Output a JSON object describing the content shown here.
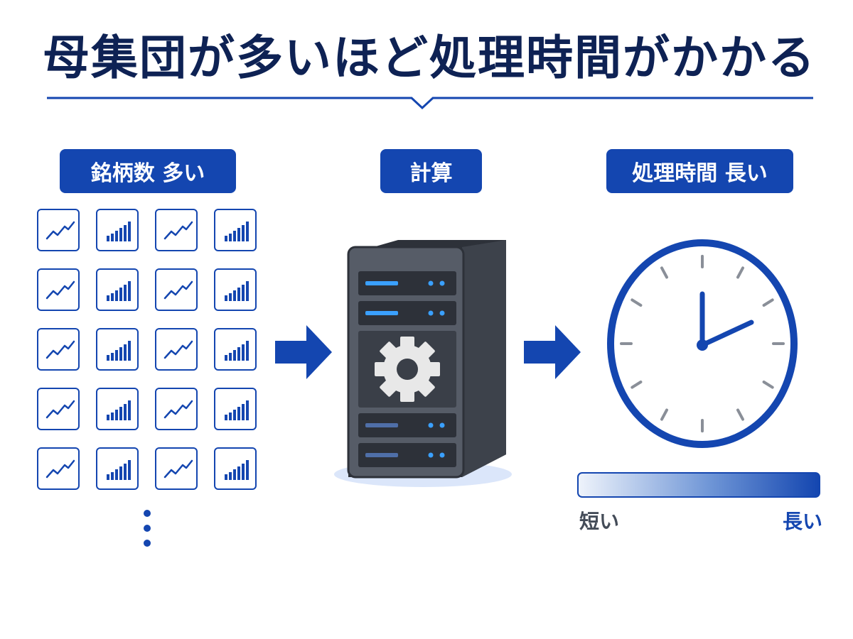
{
  "title": "母集団が多いほど処理時間がかかる",
  "steps": {
    "input": "銘柄数 多い",
    "compute": "計算",
    "output": "処理時間 長い"
  },
  "icons": {
    "line_chart": "line-chart-icon",
    "bar_chart": "bar-chart-icon",
    "ellipsis": "vertical-ellipsis-icon",
    "arrow": "right-arrow-icon",
    "server": "server-icon",
    "gear": "gear-icon",
    "clock": "clock-icon"
  },
  "time_scale": {
    "min_label": "短い",
    "max_label": "長い"
  },
  "colors": {
    "primary": "#1446b0",
    "title": "#0e2254",
    "server_body": "#565c67",
    "server_dark": "#2d3139",
    "led": "#3aa0ff",
    "tick": "#8a8f98"
  }
}
